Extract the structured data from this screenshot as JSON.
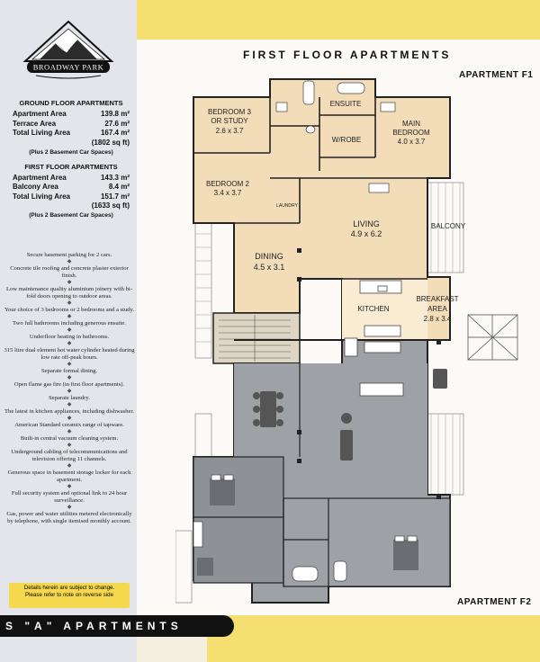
{
  "logo": {
    "name": "BROADWAY PARK"
  },
  "page_title": "FIRST FLOOR APARTMENTS",
  "apartment_top": "APARTMENT F1",
  "apartment_bottom": "APARTMENT F2",
  "footer_banner": "S \"A\" APARTMENTS",
  "ground_floor": {
    "heading": "GROUND FLOOR APARTMENTS",
    "rows": [
      {
        "label": "Apartment Area",
        "value": "139.8 m²"
      },
      {
        "label": "Terrace Area",
        "value": "27.6 m²"
      },
      {
        "label": "Total Living Area",
        "value": "167.4 m²"
      }
    ],
    "sqft": "(1802 sq ft)",
    "note": "(Plus 2 Basement Car Spaces)"
  },
  "first_floor": {
    "heading": "FIRST FLOOR APARTMENTS",
    "rows": [
      {
        "label": "Apartment Area",
        "value": "143.3 m²"
      },
      {
        "label": "Balcony Area",
        "value": "8.4 m²"
      },
      {
        "label": "Total Living Area",
        "value": "151.7 m²"
      }
    ],
    "sqft": "(1633 sq ft)",
    "note": "(Plus 2 Basement Car Spaces)"
  },
  "features": [
    "Secure basement parking for 2 cars.",
    "Concrete tile roofing and concrete plaster exterior finish.",
    "Low maintenance quality aluminium joinery with bi-fold doors opening to outdoor areas.",
    "Your choice of 3 bedrooms or 2 bedrooms and a study.",
    "Two full bathrooms including generous ensuite.",
    "Underfloor heating in bathrooms.",
    "315 litre dual element hot water cylinder heated during low rate off-peak hours.",
    "Separate formal dining.",
    "Open flame gas fire (in first floor apartments).",
    "Separate laundry.",
    "The latest in kitchen appliances, including dishwasher.",
    "American Standard ceramix range of tapware.",
    "Built-in central vacuum cleaning system.",
    "Underground cabling of telecommunications and television offering 11 channels.",
    "Generous space in basement storage locker for each apartment.",
    "Full security system and optional link to 24 hour surveillance.",
    "Gas, power and water utilities metered electronically by telephone, with single itemised monthly account."
  ],
  "disclaimer": {
    "line1": "Details herein are subject to change.",
    "line2": "Please refer to note on reverse side"
  },
  "rooms": {
    "bedroom3_name": "BEDROOM 3",
    "bedroom3_alt": "OR STUDY",
    "bedroom3_size": "2.6 x 3.7",
    "ensuite": "ENSUITE",
    "wrobe": "W/ROBE",
    "main_bed_1": "MAIN",
    "main_bed_2": "BEDROOM",
    "main_bed_size": "4.0 x 3.7",
    "bedroom2_name": "BEDROOM 2",
    "bedroom2_size": "3.4 x 3.7",
    "laundry": "LAUNDRY",
    "living_name": "LIVING",
    "living_size": "4.9 x 6.2",
    "balcony": "BALCONY",
    "dining_name": "DINING",
    "dining_size": "4.5 x 3.1",
    "kitchen": "KITCHEN",
    "breakfast_1": "BREAKFAST",
    "breakfast_2": "AREA",
    "breakfast_size": "2.8 x 3.4"
  },
  "colors": {
    "apartment_f1": "#f2ddb8",
    "apartment_f2": "#9ea1a6",
    "accent_yellow": "#f6df71",
    "sidebar": "#e3e5ea"
  }
}
